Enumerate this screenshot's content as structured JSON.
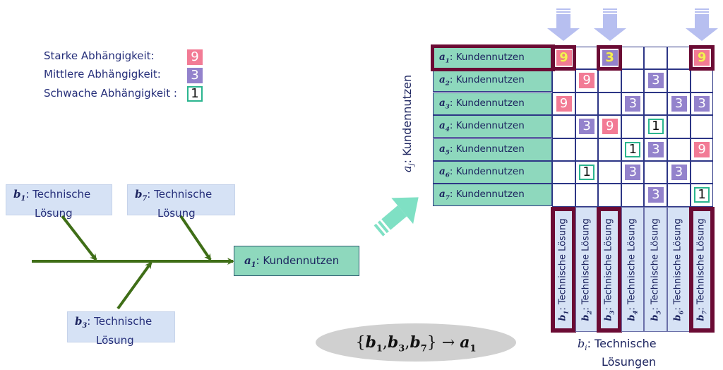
{
  "legend": {
    "items": [
      {
        "label": "Starke Abhängigkeit:",
        "value": "9",
        "kind": "strong",
        "color": "#f27b95"
      },
      {
        "label": "Mittlere Abhängigkeit:",
        "value": "3",
        "kind": "medium",
        "color": "#9382cc"
      },
      {
        "label": "Schwache Abhängigkeit :",
        "value": "1",
        "kind": "weak",
        "color": "#2bb58f"
      }
    ]
  },
  "fishbone": {
    "causes": [
      {
        "var": "b",
        "sub": "1",
        "line1": ": Technische",
        "line2": "Lösung"
      },
      {
        "var": "b",
        "sub": "7",
        "line1": ": Technische",
        "line2": "Lösung"
      },
      {
        "var": "b",
        "sub": "3",
        "line1": ": Technische",
        "line2": "Lösung"
      }
    ],
    "effect": {
      "var": "a",
      "sub": "1",
      "text": ": Kundennutzen"
    },
    "line_color": "#3f6e17"
  },
  "formula": {
    "open": "{",
    "b1": "b",
    "s1": "1",
    "b3": "b",
    "s3": "3",
    "b7": "b",
    "s7": "7",
    "close": "}",
    "arrow": "→",
    "a": "a",
    "sa": "1"
  },
  "matrix": {
    "row_axis_label": {
      "var": "a",
      "sub": "j",
      "text": ": Kundennutzen"
    },
    "col_axis_label": {
      "var": "b",
      "sub": "i",
      "line1": ":  Technische",
      "line2": "Lösungen"
    },
    "rows": [
      {
        "var": "a",
        "sub": "1",
        "text": ": Kundennutzen"
      },
      {
        "var": "a",
        "sub": "2",
        "text": ": Kundennutzen"
      },
      {
        "var": "a",
        "sub": "3",
        "text": ": Kundennutzen"
      },
      {
        "var": "a",
        "sub": "4",
        "text": ": Kundennutzen"
      },
      {
        "var": "a",
        "sub": "5",
        "text": ": Kundennutzen"
      },
      {
        "var": "a",
        "sub": "6",
        "text": ": Kundennutzen"
      },
      {
        "var": "a",
        "sub": "7",
        "text": ": Kundennutzen"
      }
    ],
    "columns": [
      {
        "var": "b",
        "sub": "1",
        "text": ": Technische Lösung",
        "selected": true
      },
      {
        "var": "b",
        "sub": "2",
        "text": ": Technische Lösung",
        "selected": false
      },
      {
        "var": "b",
        "sub": "3",
        "text": ": Technische Lösung",
        "selected": true
      },
      {
        "var": "b",
        "sub": "4",
        "text": ": Technische Lösung",
        "selected": false
      },
      {
        "var": "b",
        "sub": "5",
        "text": ": Technische Lösung",
        "selected": false
      },
      {
        "var": "b",
        "sub": "6",
        "text": ": Technische Lösung",
        "selected": false
      },
      {
        "var": "b",
        "sub": "7",
        "text": ": Technische Lösung",
        "selected": true
      }
    ],
    "selected_row": 0,
    "values": [
      [
        "9",
        "",
        "3",
        "",
        "",
        "",
        "9"
      ],
      [
        "",
        "9",
        "",
        "",
        "3",
        "",
        ""
      ],
      [
        "9",
        "",
        "",
        "3",
        "",
        "3",
        "3"
      ],
      [
        "",
        "3",
        "9",
        "",
        "1",
        "",
        ""
      ],
      [
        "",
        "",
        "",
        "1",
        "3",
        "",
        "9"
      ],
      [
        "",
        "1",
        "",
        "3",
        "",
        "3",
        ""
      ],
      [
        "",
        "",
        "",
        "",
        "3",
        "",
        "1"
      ]
    ]
  },
  "colors": {
    "row_label_bg": "#8ed8bd",
    "selection_border": "#6b0b34",
    "grid_line": "#2d3686",
    "down_arrow": "#b7bff0",
    "diag_arrow": "#7fe0c4",
    "formula_bg": "#d0d0d0"
  }
}
